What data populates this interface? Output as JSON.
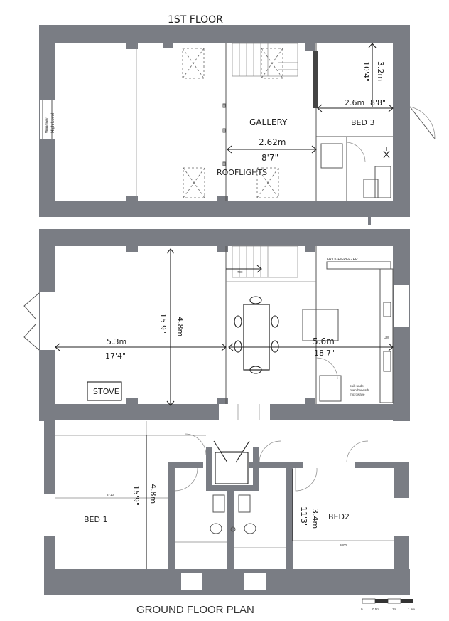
{
  "upper": {
    "heading": "1ST FLOOR",
    "window_label_line1": "Window",
    "window_label_line2": "High Level",
    "gallery_label": "GALLERY",
    "gallery_width_m": "2.62m",
    "gallery_width_ft": "8'7\"",
    "rooflights_label": "ROOFLIGHTS",
    "bed3_label": "BED 3",
    "bed3_depth_m": "3.2m",
    "bed3_depth_ft": "10'4\"",
    "bed3_width_m": "2.6m",
    "bed3_width_ft": "8'8\""
  },
  "ground": {
    "living_width_m": "5.3m",
    "living_width_ft": "17'4\"",
    "living_depth_m": "4.8m",
    "living_depth_ft": "15'9\"",
    "stove_label": "STOVE",
    "fridge_label": "FRIDGE/FREEZER",
    "dw_label": "DW",
    "oven_label_line1": "built under",
    "oven_label_line2": "oven beneath",
    "oven_label_line3": "microwave",
    "kitchen_width_m": "5.6m",
    "kitchen_width_ft": "18'7\"",
    "stair_note": "700",
    "bed1_label": "BED 1",
    "bed1_depth_m": "4.8m",
    "bed1_depth_ft": "15'9\"",
    "bed1_dim_small": "3710",
    "bed2_label": "BED2",
    "bed2_depth_m": "3.4m",
    "bed2_depth_ft": "11'3\"",
    "bed2_dim_small": "2000"
  },
  "footer": {
    "title": "GROUND FLOOR PLAN",
    "scale_0": "0",
    "scale_1": "0.5m",
    "scale_2": "1m",
    "scale_3": "1.5m"
  }
}
